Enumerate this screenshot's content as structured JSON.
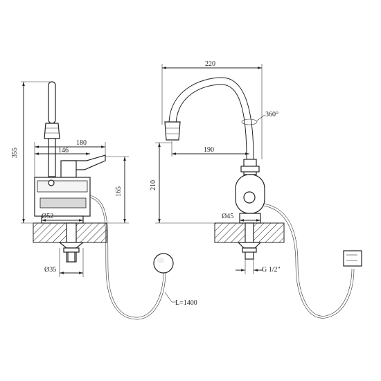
{
  "drawing": {
    "side_view": {
      "labels": {
        "height_total": "355",
        "width_outer": "180",
        "width_inner": "146",
        "height_body": "165",
        "base_diameter": "Ø52",
        "stud_diameter": "Ø35",
        "cable_length": "L=1400"
      }
    },
    "front_view": {
      "labels": {
        "spout_reach_total": "220",
        "spout_reach": "190",
        "spout_height": "210",
        "rotation": "360°",
        "base_diameter": "Ø45",
        "thread": "G 1/2\""
      }
    }
  }
}
